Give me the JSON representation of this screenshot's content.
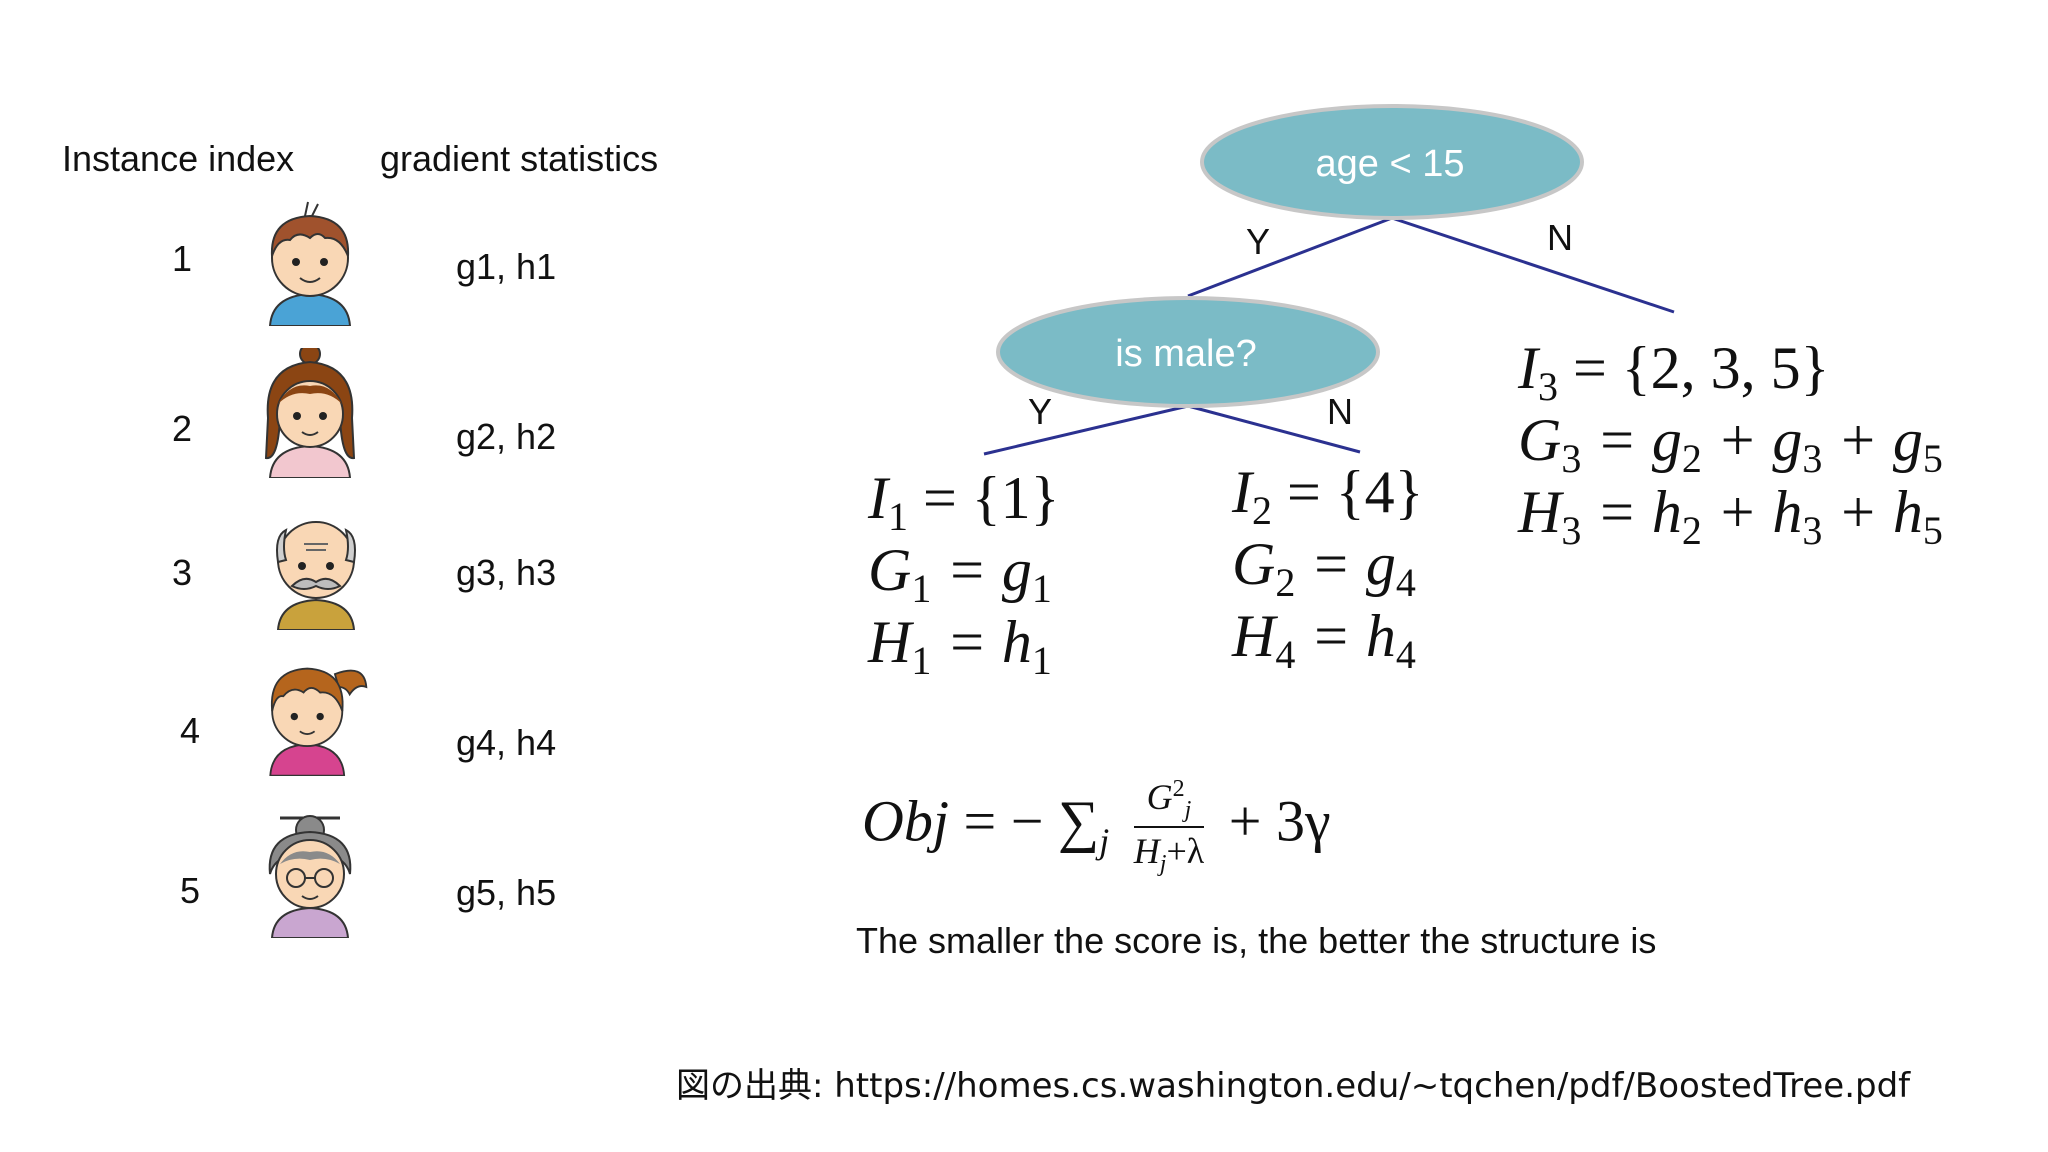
{
  "colors": {
    "node_fill": "#7bbbc6",
    "node_stroke": "#c7c7c7",
    "edge": "#2b3190",
    "text": "#111111"
  },
  "table": {
    "header_index": "Instance index",
    "header_stats": "gradient statistics",
    "rows": [
      {
        "index": "1",
        "stats": "g1, h1",
        "icon": "boy-face-icon"
      },
      {
        "index": "2",
        "stats": "g2, h2",
        "icon": "mother-face-icon"
      },
      {
        "index": "3",
        "stats": "g3, h3",
        "icon": "grandfather-face-icon"
      },
      {
        "index": "4",
        "stats": "g4, h4",
        "icon": "girl-face-icon"
      },
      {
        "index": "5",
        "stats": "g5, h5",
        "icon": "grandmother-face-icon"
      }
    ]
  },
  "tree": {
    "root": "age < 15",
    "child": "is male?",
    "root_yes": "Y",
    "root_no": "N",
    "child_yes": "Y",
    "child_no": "N"
  },
  "leaves": [
    {
      "I_name": "I",
      "I_sub": "1",
      "I_set": "= {1}",
      "G_name": "G",
      "G_sub": "1",
      "G_expr": "= g",
      "G_expr_sub": "1",
      "H_name": "H",
      "H_sub": "1",
      "H_expr": "= h",
      "H_expr_sub": "1"
    },
    {
      "I_name": "I",
      "I_sub": "2",
      "I_set": "= {4}",
      "G_name": "G",
      "G_sub": "2",
      "G_expr": "= g",
      "G_expr_sub": "4",
      "H_name": "H",
      "H_sub": "4",
      "H_expr": "= h",
      "H_expr_sub": "4"
    },
    {
      "I_name": "I",
      "I_sub": "3",
      "I_set": "= {2, 3, 5}",
      "G_name": "G",
      "G_sub": "3",
      "G_terms": [
        "= g",
        "2",
        " + g",
        "3",
        " + g",
        "5"
      ],
      "H_name": "H",
      "H_sub": "3",
      "H_terms": [
        "= h",
        "2",
        " + h",
        "3",
        " + h",
        "5"
      ]
    }
  ],
  "objective": {
    "lhs": "Obj",
    "eq": " = − ∑",
    "sum_sub": "j",
    "num": "G",
    "num_sup": "2",
    "num_sub": "j",
    "den": "H",
    "den_sub": "j",
    "den_rest": "+λ",
    "tail": "+ 3γ"
  },
  "caption": "The smaller the score is, the better the structure is",
  "source": "図の出典: https://homes.cs.washington.edu/~tqchen/pdf/BoostedTree.pdf"
}
